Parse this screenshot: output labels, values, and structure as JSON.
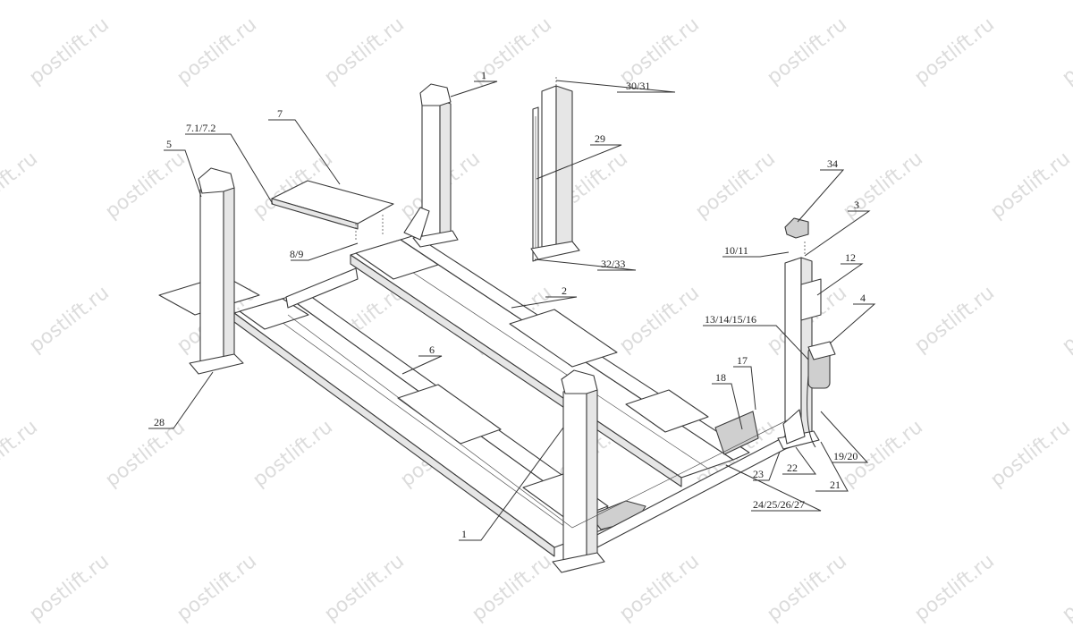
{
  "watermark": {
    "text": "postlift.ru",
    "color": "#dcdcdc"
  },
  "callouts": [
    {
      "id": "c-1-top",
      "label": "1"
    },
    {
      "id": "c-30-31",
      "label": "30/31"
    },
    {
      "id": "c-7",
      "label": "7"
    },
    {
      "id": "c-7-1-7-2",
      "label": "7.1/7.2"
    },
    {
      "id": "c-29",
      "label": "29"
    },
    {
      "id": "c-5",
      "label": "5"
    },
    {
      "id": "c-34",
      "label": "34"
    },
    {
      "id": "c-3",
      "label": "3"
    },
    {
      "id": "c-8-9",
      "label": "8/9"
    },
    {
      "id": "c-32-33",
      "label": "32/33"
    },
    {
      "id": "c-10-11",
      "label": "10/11"
    },
    {
      "id": "c-12",
      "label": "12"
    },
    {
      "id": "c-2",
      "label": "2"
    },
    {
      "id": "c-4",
      "label": "4"
    },
    {
      "id": "c-13-16",
      "label": "13/14/15/16"
    },
    {
      "id": "c-6",
      "label": "6"
    },
    {
      "id": "c-17",
      "label": "17"
    },
    {
      "id": "c-18",
      "label": "18"
    },
    {
      "id": "c-28",
      "label": "28"
    },
    {
      "id": "c-19-20",
      "label": "19/20"
    },
    {
      "id": "c-23",
      "label": "23"
    },
    {
      "id": "c-22",
      "label": "22"
    },
    {
      "id": "c-21",
      "label": "21"
    },
    {
      "id": "c-24-27",
      "label": "24/25/26/27"
    },
    {
      "id": "c-1-bottom",
      "label": "1"
    }
  ]
}
